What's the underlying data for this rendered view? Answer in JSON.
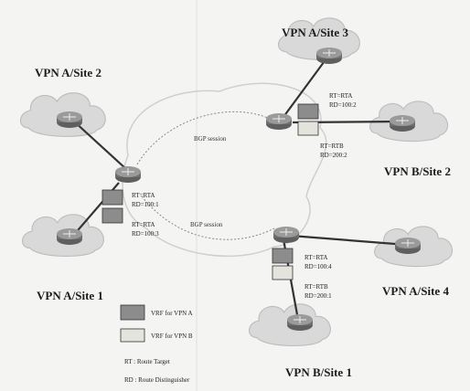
{
  "sites": {
    "a2": "VPN A/Site 2",
    "a1": "VPN A/Site 1",
    "a3": "VPN A/Site 3",
    "b2": "VPN B/Site 2",
    "a4": "VPN A/Site 4",
    "b1": "VPN B/Site 1"
  },
  "sessions": {
    "top": "BGP session",
    "bottom": "BGP session"
  },
  "pe_left": {
    "rt_a": "RT=RTA",
    "rd_a": "RD=100:1",
    "rt_b": "RT=RTA",
    "rd_b": "RD=100:3"
  },
  "pe_top": {
    "rt_a": "RT=RTA",
    "rd_a": "RD=100:2",
    "rt_b": "RT=RTB",
    "rd_b": "RD=200:2"
  },
  "pe_bottom": {
    "rt_a": "RT=RTA",
    "rd_a": "RD=100:4",
    "rt_b": "RT=RTB",
    "rd_b": "RD=200:1"
  },
  "legend": {
    "vrf_a": "VRF for VPN A",
    "vrf_b": "VRF for VPN B",
    "rt": "RT : Route Target",
    "rd": "RD : Route Distinguisher"
  },
  "colors": {
    "vrf_a": "#8c8c8c",
    "vrf_b": "#e4e4dc",
    "cloud": "#dcdcdc",
    "router": "#777777"
  }
}
